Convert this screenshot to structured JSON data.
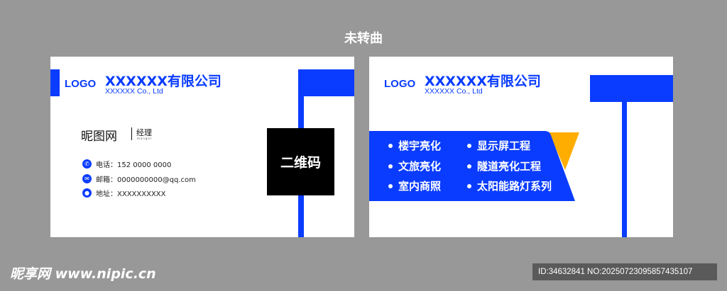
{
  "title": "未转曲",
  "front": {
    "logo": "LOGO",
    "company": "XXXXXX有限公司",
    "company_en": "XXXXXX Co., Ltd",
    "name": "昵图网",
    "role": "经理",
    "role_en": "manger",
    "qr": "二维码",
    "contacts": [
      {
        "icon": "phone-icon",
        "text": "电话：152 0000 0000"
      },
      {
        "icon": "mail-icon",
        "text": "邮箱：0000000000@qq.com"
      },
      {
        "icon": "location-icon",
        "text": "地址：XXXXXXXXXX"
      }
    ]
  },
  "back": {
    "logo": "LOGO",
    "company": "XXXXXX有限公司",
    "company_en": "XXXXXX Co., Ltd",
    "services": [
      "楼宇亮化",
      "显示屏工程",
      "文旅亮化",
      "隧道亮化工程",
      "室内商照",
      "太阳能路灯系列"
    ]
  },
  "colors": {
    "brand": "#0a3cff",
    "accent": "#ffad00"
  },
  "watermark": "昵享网 www.nipic.cn",
  "id_text": "ID:34632841 NO:20250723095857435107"
}
